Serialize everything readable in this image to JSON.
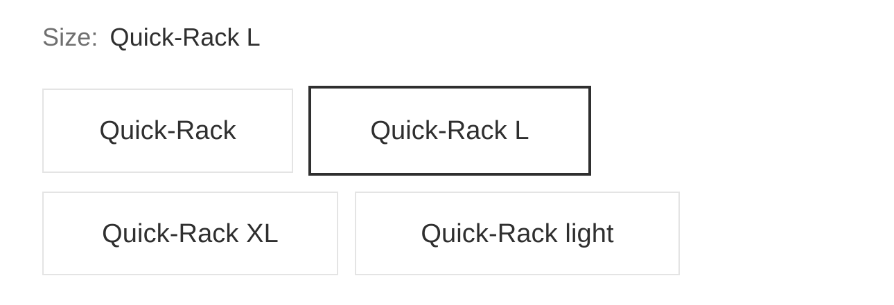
{
  "selection": {
    "label": "Size:",
    "value": "Quick-Rack L"
  },
  "options": [
    {
      "label": "Quick-Rack",
      "selected": false
    },
    {
      "label": "Quick-Rack L",
      "selected": true
    },
    {
      "label": "Quick-Rack XL",
      "selected": false
    },
    {
      "label": "Quick-Rack light",
      "selected": false
    }
  ],
  "colors": {
    "page_background": "#ffffff",
    "label_text": "#6f6f6f",
    "value_text": "#2f2f2f",
    "option_text": "#2f2f2f",
    "option_border": "#e4e4e4",
    "option_border_selected": "#2f2f2f",
    "option_background": "#ffffff"
  }
}
